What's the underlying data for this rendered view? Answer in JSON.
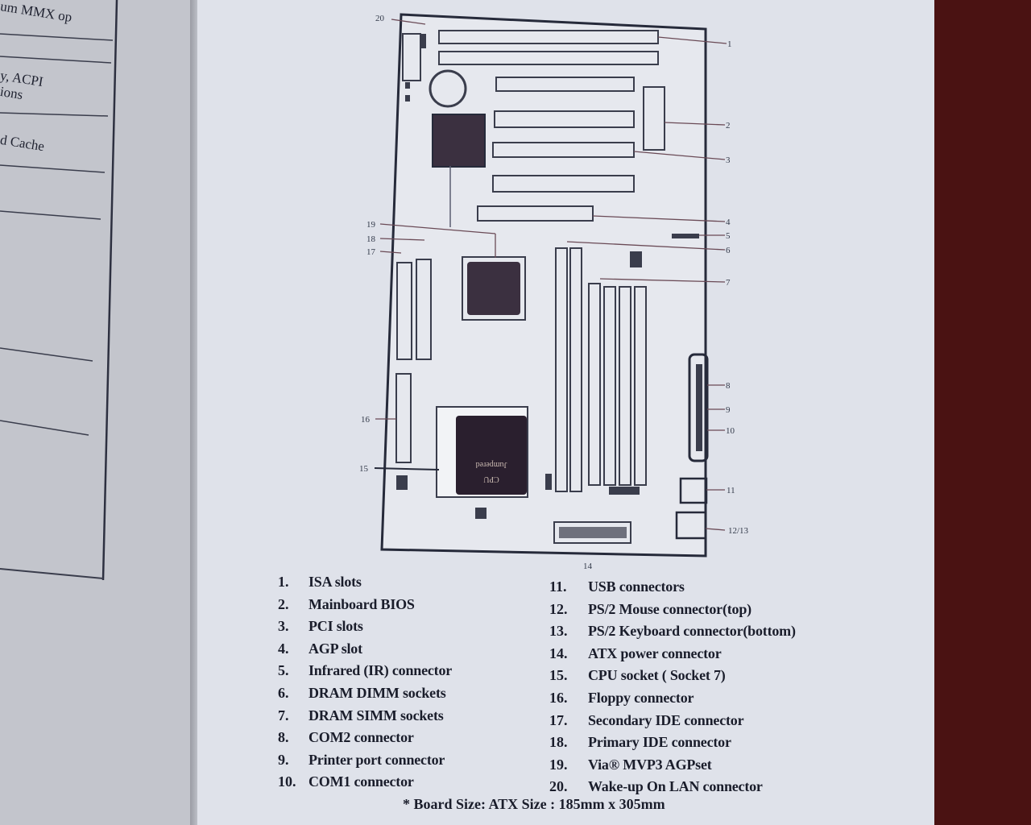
{
  "left_page": {
    "fragments": [
      "um MMX op",
      "y, ACPI",
      "ions",
      "d Cache"
    ]
  },
  "diagram": {
    "callouts": [
      {
        "id": "20",
        "text": "20"
      },
      {
        "id": "1",
        "text": "1"
      },
      {
        "id": "2",
        "text": "2"
      },
      {
        "id": "3",
        "text": "3"
      },
      {
        "id": "4",
        "text": "4"
      },
      {
        "id": "5",
        "text": "5"
      },
      {
        "id": "6",
        "text": "6"
      },
      {
        "id": "7",
        "text": "7"
      },
      {
        "id": "8",
        "text": "8"
      },
      {
        "id": "9",
        "text": "9"
      },
      {
        "id": "10",
        "text": "10"
      },
      {
        "id": "11",
        "text": "11"
      },
      {
        "id": "1213",
        "text": "12/13"
      },
      {
        "id": "14",
        "text": "14"
      },
      {
        "id": "15",
        "text": "15"
      },
      {
        "id": "16",
        "text": "16"
      },
      {
        "id": "17",
        "text": "17"
      },
      {
        "id": "18",
        "text": "18"
      },
      {
        "id": "19",
        "text": "19"
      }
    ],
    "cpu_marking": [
      "Jumpered",
      "CPU"
    ]
  },
  "legend": {
    "left": [
      {
        "num": "1.",
        "label": "ISA slots"
      },
      {
        "num": "2.",
        "label": "Mainboard BIOS"
      },
      {
        "num": "3.",
        "label": "PCI slots"
      },
      {
        "num": "4.",
        "label": "AGP slot"
      },
      {
        "num": "5.",
        "label": "Infrared (IR) connector"
      },
      {
        "num": "6.",
        "label": "DRAM DIMM sockets"
      },
      {
        "num": "7.",
        "label": "DRAM SIMM sockets"
      },
      {
        "num": "8.",
        "label": "COM2 connector"
      },
      {
        "num": "9.",
        "label": "Printer port connector"
      },
      {
        "num": "10.",
        "label": "COM1 connector"
      }
    ],
    "right": [
      {
        "num": "11.",
        "label": "USB connectors"
      },
      {
        "num": "12.",
        "label": "PS/2 Mouse connector(top)"
      },
      {
        "num": "13.",
        "label": "PS/2 Keyboard connector(bottom)"
      },
      {
        "num": "14.",
        "label": "ATX power connector"
      },
      {
        "num": "15.",
        "label": "CPU socket ( Socket 7)"
      },
      {
        "num": "16.",
        "label": "Floppy connector"
      },
      {
        "num": "17.",
        "label": "Secondary IDE connector"
      },
      {
        "num": "18.",
        "label": "Primary IDE connector"
      },
      {
        "num": "19.",
        "label": "Via® MVP3 AGPset"
      },
      {
        "num": "20.",
        "label": "Wake-up On LAN connector"
      }
    ]
  },
  "footnote": "* Board Size:  ATX Size : 185mm x 305mm"
}
